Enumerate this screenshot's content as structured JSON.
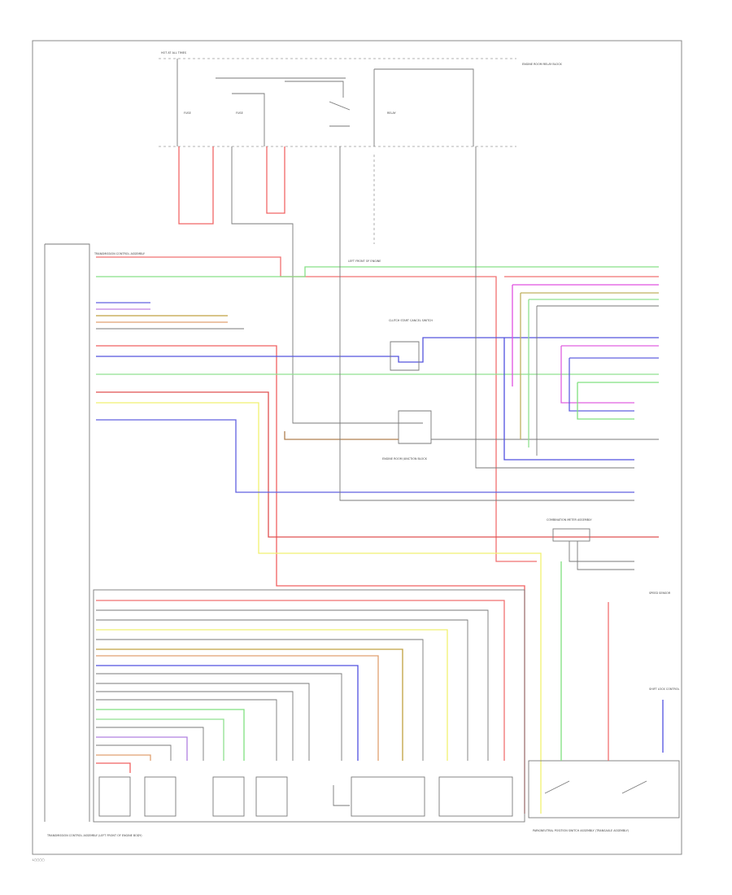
{
  "diagram": {
    "footer_code": "L▢▢▢▢",
    "labels": {
      "top_fuse_box": "HOT AT ALL TIMES",
      "top_right_block": "ENGINE ROOM RELAY BLOCK",
      "fuse1": "FUSE",
      "fuse2": "FUSE",
      "relay_top": "RELAY",
      "left_connector_note": "LEFT FRONT OF ENGINE",
      "center_block": "CLUTCH START CANCEL SWITCH",
      "center_block2": "ENGINE ROOM JUNCTION BLOCK",
      "left_module": "TRANSMISSION CONTROL ASSEMBLY",
      "right_module": "COMBINATION METER ASSEMBLY",
      "right_sensor": "SPEED SENSOR",
      "bottom_left_module": "TRANSMISSION CONTROL ASSEMBLY (LEFT FRONT OF ENGINE BODY)",
      "bottom_right_module": "PARK/NEUTRAL POSITION SWITCH ASSEMBLY (TRANSAXLE ASSEMBLY)",
      "sensor_note": "SHIFT LOCK CONTROL"
    }
  }
}
